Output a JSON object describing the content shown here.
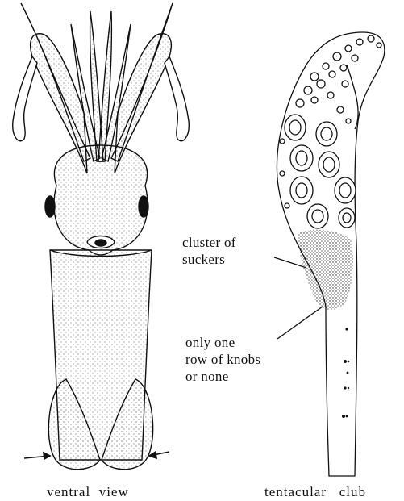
{
  "labels": {
    "cluster_line1": "cluster of",
    "cluster_line2": "suckers",
    "knobs_line1": "only one",
    "knobs_line2": "row of knobs",
    "knobs_line3": "or none"
  },
  "captions": {
    "left": "ventral  view",
    "right": "tentacular   club"
  },
  "colors": {
    "ink": "#111111",
    "stipple": "#222222",
    "background": "#ffffff"
  }
}
